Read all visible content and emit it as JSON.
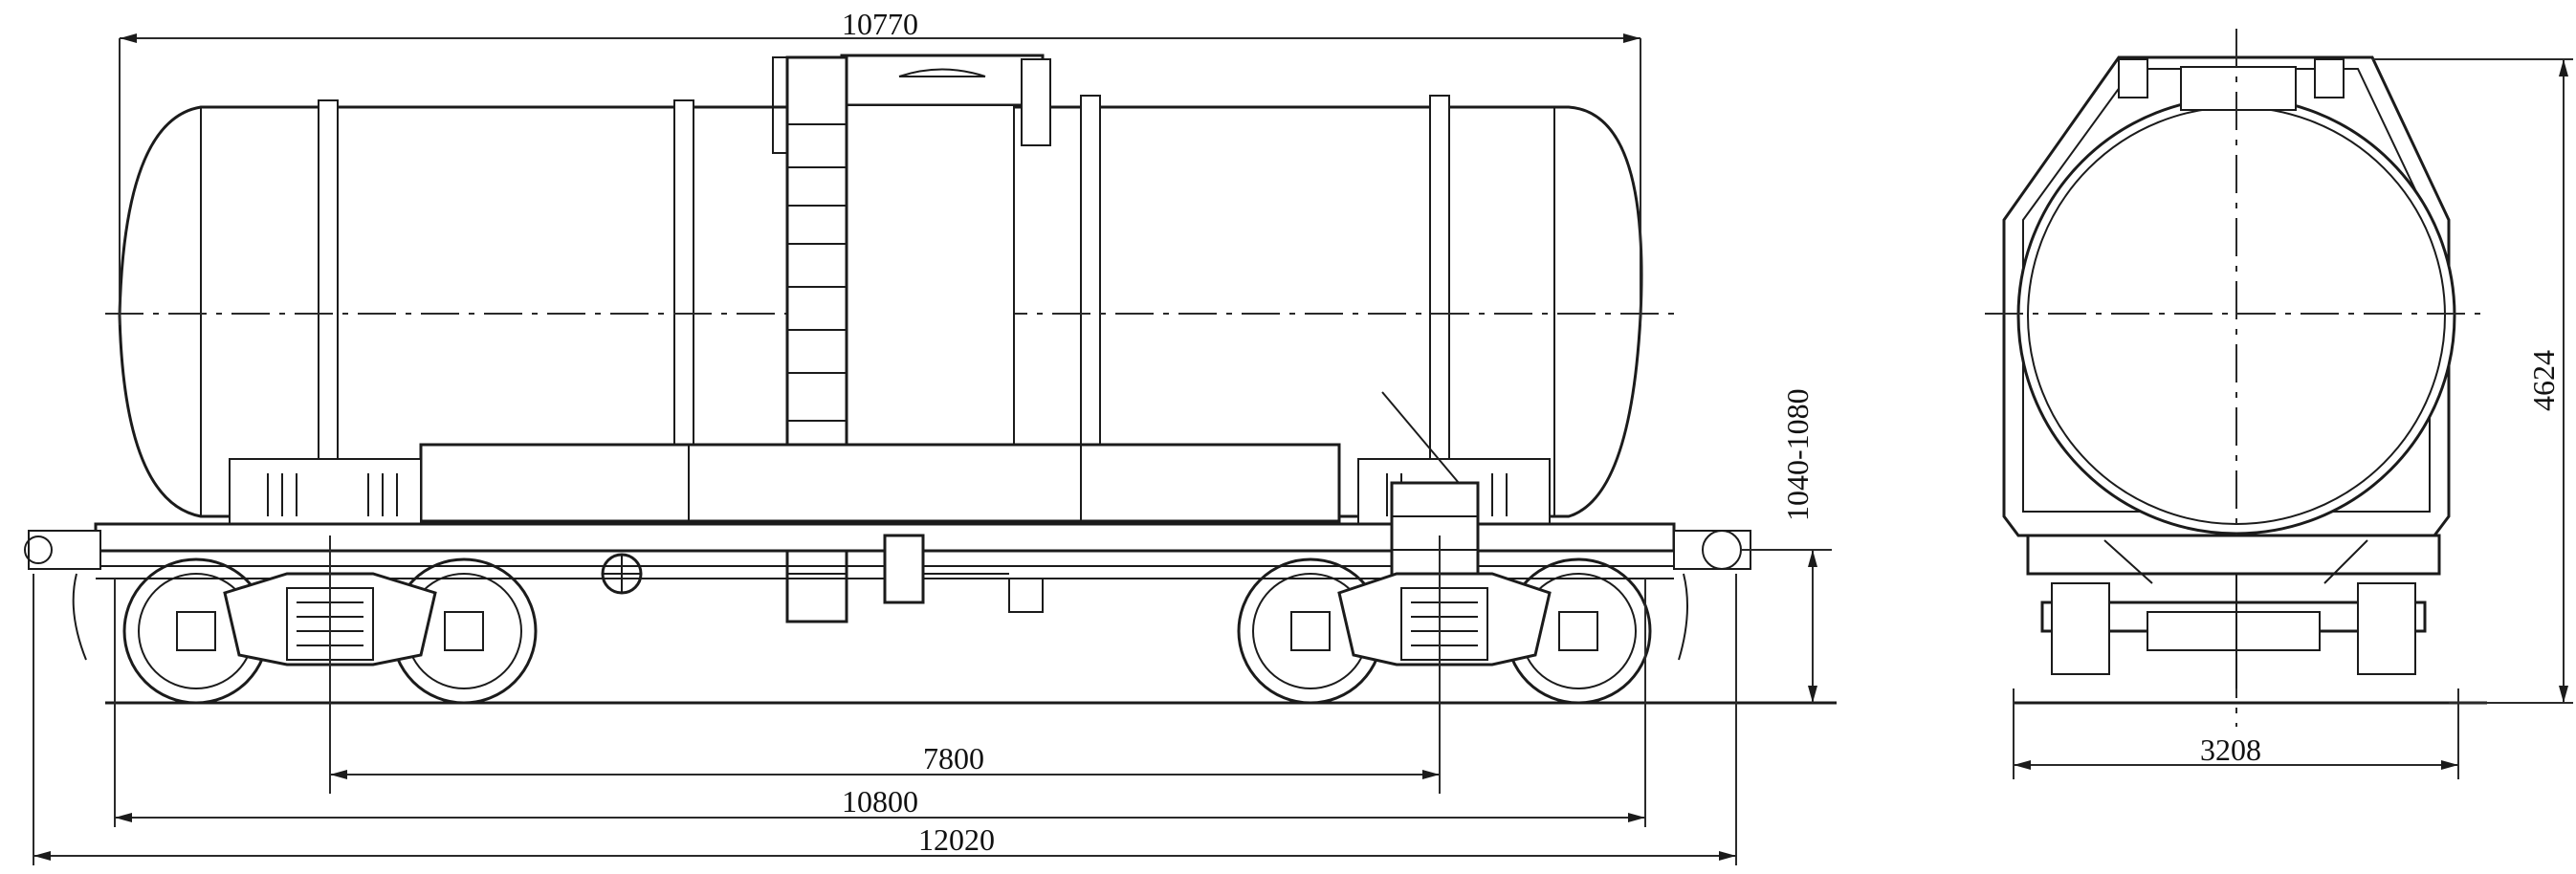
{
  "side_view": {
    "dimensions": {
      "tank_length": "10770",
      "bogie_centers": "7800",
      "frame_length": "10800",
      "length_over_couplers": "12020",
      "coupler_height": "1040-1080"
    }
  },
  "end_view": {
    "dimensions": {
      "height": "4624",
      "width": "3208"
    }
  },
  "colors": {
    "line": "#1b1b1b",
    "background": "#ffffff"
  }
}
